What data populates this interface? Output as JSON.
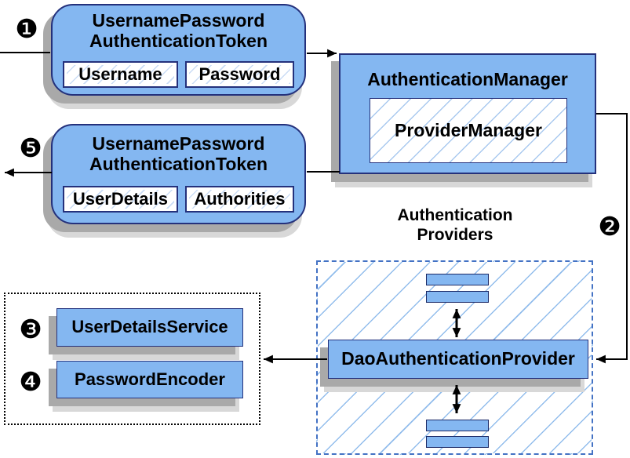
{
  "colors": {
    "box_fill": "#84B7F1",
    "box_border": "#24317C",
    "hatch_line": "#92BDEC",
    "dashed_container_border": "#4372C4",
    "dotted_container_border": "#000000",
    "shadow_dark": "#A9A9A9",
    "shadow_light": "#D8D8D8",
    "arrow": "#000000"
  },
  "steps": {
    "s1": "❶",
    "s2": "❷",
    "s3": "❸",
    "s4": "❹",
    "s5": "❺"
  },
  "request_token": {
    "title_line1": "UsernamePassword",
    "title_line2": "AuthenticationToken",
    "fields": [
      "Username",
      "Password"
    ]
  },
  "auth_manager": {
    "title": "AuthenticationManager",
    "provider_manager_label": "ProviderManager"
  },
  "response_token": {
    "title_line1": "UsernamePassword",
    "title_line2": "AuthenticationToken",
    "fields": [
      "UserDetails",
      "Authorities"
    ]
  },
  "providers": {
    "label_line1": "Authentication",
    "label_line2": "Providers",
    "dao_label": "DaoAuthenticationProvider"
  },
  "services": {
    "user_details_service": "UserDetailsService",
    "password_encoder": "PasswordEncoder"
  }
}
